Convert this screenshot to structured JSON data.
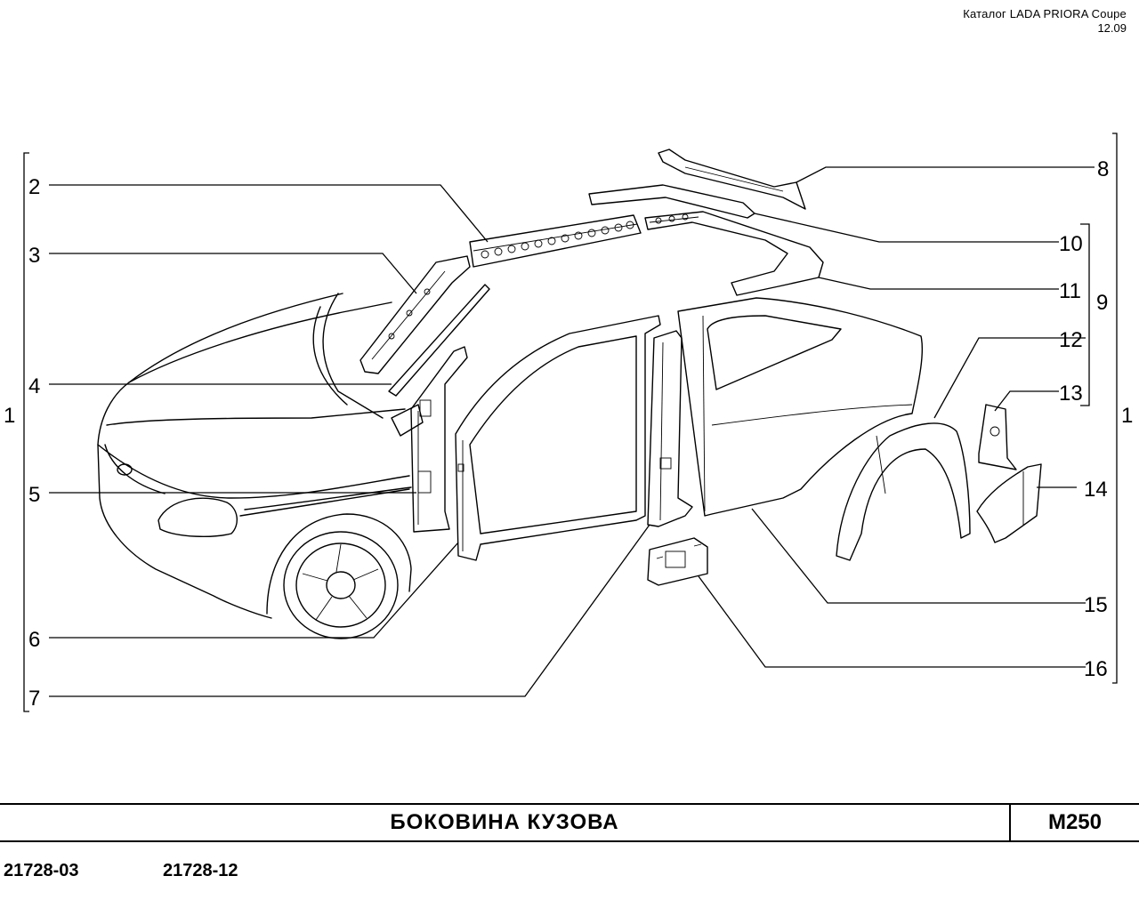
{
  "header": {
    "catalog": "Каталог  LADA  PRIORA  Coupe",
    "date": "12.09"
  },
  "title": "БОКОВИНА  КУЗОВА",
  "code": "М250",
  "models": [
    "21728-03",
    "21728-12"
  ],
  "callouts": {
    "c1_left": "1",
    "c2": "2",
    "c3": "3",
    "c4": "4",
    "c5": "5",
    "c6": "6",
    "c7": "7",
    "c8": "8",
    "c9": "9",
    "c10": "10",
    "c11": "11",
    "c12": "12",
    "c13": "13",
    "c14": "14",
    "c15": "15",
    "c16": "16",
    "c1_right": "1"
  }
}
